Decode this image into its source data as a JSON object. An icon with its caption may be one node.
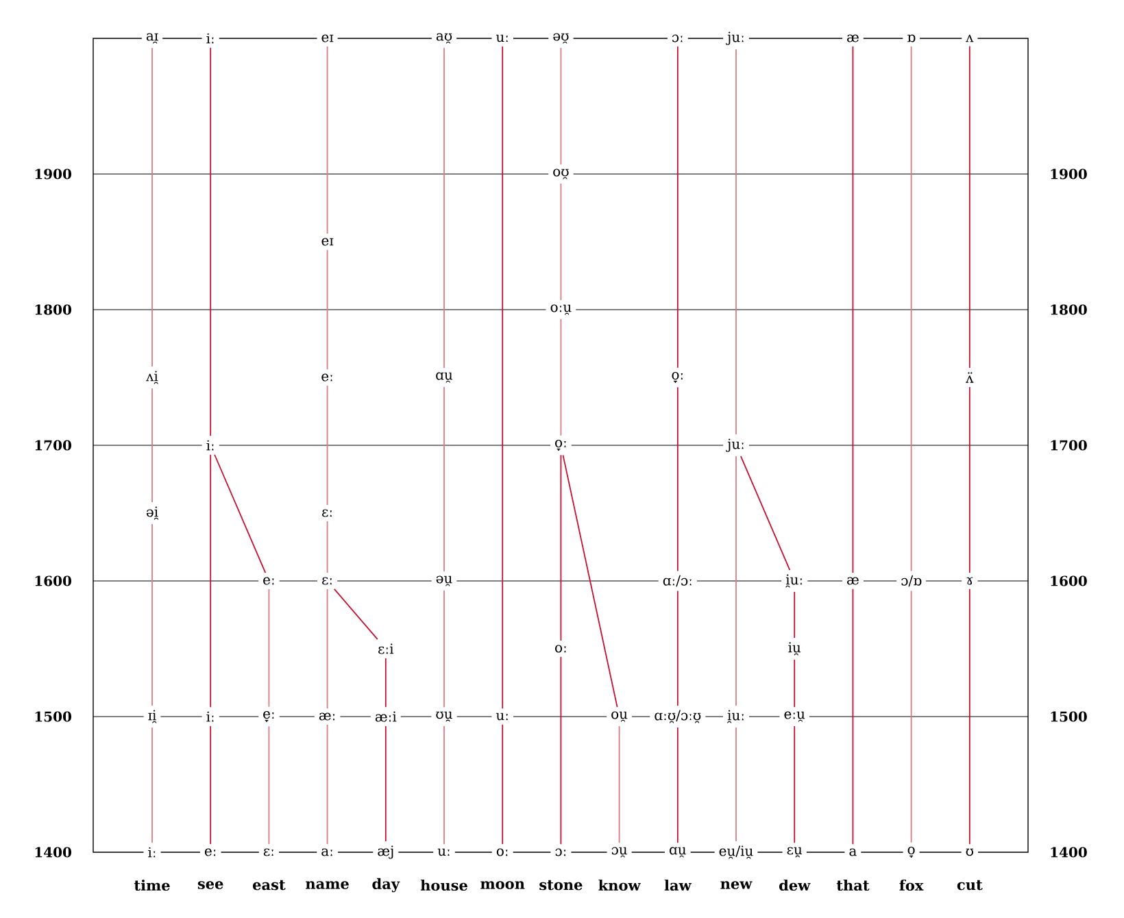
{
  "diagram": {
    "nodes": [
      {
        "text": [
          "aɪ̯"
        ]
      },
      {
        "text": [
          "iː"
        ]
      },
      {
        "text": [
          "eɪ"
        ]
      },
      {
        "text": [
          "aʊ̯"
        ]
      },
      {
        "text": [
          "uː"
        ]
      },
      {
        "text": [
          "əʊ̯"
        ]
      },
      {
        "text": [
          "ɔː"
        ]
      },
      {
        "text": [
          "juː"
        ]
      },
      {
        "text": [
          "æ"
        ]
      },
      {
        "text": [
          "ɒ"
        ]
      },
      {
        "text": [
          "ʌ"
        ]
      },
      {
        "text": [
          "oʊ̯"
        ]
      },
      {
        "text": [
          "eɪ"
        ]
      },
      {
        "text": [
          "oːu̯"
        ]
      },
      {
        "text": [
          "ʌi̯"
        ]
      },
      {
        "text": [
          "eː"
        ]
      },
      {
        "text": [
          "ɑu̯"
        ]
      },
      {
        "text": [
          "o̞ː"
        ]
      },
      {
        "text": [
          "ʌ̈"
        ]
      },
      {
        "text": [
          "iː"
        ]
      },
      {
        "text": [
          "o̞ː"
        ]
      },
      {
        "text": [
          "juː"
        ]
      },
      {
        "text": [
          "əi̯"
        ]
      },
      {
        "text": [
          "ɛː"
        ]
      },
      {
        "text": [
          "eː"
        ]
      },
      {
        "text": [
          "ɛː"
        ]
      },
      {
        "text": [
          "əu̯"
        ]
      },
      {
        "text": [
          "ɑː/ɔː"
        ]
      },
      {
        "text": [
          "i̯uː"
        ]
      },
      {
        "text": [
          "æ"
        ]
      },
      {
        "text": [
          "ɔ/ɒ"
        ]
      },
      {
        "text": [
          "ɤ"
        ]
      },
      {
        "text": [
          "ɛːi"
        ]
      },
      {
        "text": [
          "oː"
        ]
      },
      {
        "text": [
          "iu̯"
        ]
      },
      {
        "text": [
          "ɪi̯"
        ]
      },
      {
        "text": [
          "iː"
        ]
      },
      {
        "text": [
          "e̞ː"
        ]
      },
      {
        "text": [
          "æː"
        ]
      },
      {
        "text": [
          "æːi"
        ]
      },
      {
        "text": [
          "ʊu̯"
        ]
      },
      {
        "text": [
          "uː"
        ]
      },
      {
        "text": [
          "ou̯"
        ]
      },
      {
        "text": [
          "ɑːʊ̯/ɔːʊ̯"
        ]
      },
      {
        "text": [
          "i̯uː"
        ]
      },
      {
        "text": [
          "eːu̯"
        ]
      },
      {
        "text": [
          "iː"
        ]
      },
      {
        "text": [
          "eː"
        ]
      },
      {
        "text": [
          "ɛː"
        ]
      },
      {
        "text": [
          "aː"
        ]
      },
      {
        "text": [
          "æj"
        ]
      },
      {
        "text": [
          "uː"
        ]
      },
      {
        "text": [
          "oː"
        ]
      },
      {
        "text": [
          "ɔː"
        ]
      },
      {
        "text": [
          "ɔu̯"
        ]
      },
      {
        "text": [
          "ɑu̯"
        ]
      },
      {
        "text": [
          "eu̯/iu̯"
        ]
      },
      {
        "text": [
          "ɛu̯"
        ]
      },
      {
        "text": [
          "a"
        ]
      },
      {
        "text": [
          "o̞"
        ]
      },
      {
        "text": [
          "ʊ"
        ]
      }
    ],
    "edges": [
      {
        "from": 46,
        "to": 35,
        "arrow": "none"
      },
      {
        "from": 35,
        "to": 22,
        "arrow": "none"
      },
      {
        "from": 22,
        "to": 14,
        "arrow": "none"
      },
      {
        "from": 14,
        "to": 0,
        "arrow": "none"
      },
      {
        "from": 47,
        "to": 36,
        "arrow": "none",
        "color": "#c8102e"
      },
      {
        "from": 36,
        "to": 19,
        "arrow": "none",
        "color": "#c8102e"
      },
      {
        "from": 19,
        "to": 1,
        "arrow": "none",
        "color": "#c8102e"
      },
      {
        "from": 48,
        "to": 37,
        "arrow": "none"
      },
      {
        "from": 37,
        "to": 24,
        "arrow": "none"
      },
      {
        "from": 24,
        "to": 19,
        "arrow": "none",
        "color": "#c8102e"
      },
      {
        "from": 49,
        "to": 38,
        "arrow": "none"
      },
      {
        "from": 38,
        "to": 25,
        "arrow": "none"
      },
      {
        "from": 25,
        "to": 23,
        "arrow": "none"
      },
      {
        "from": 23,
        "to": 15,
        "arrow": "none"
      },
      {
        "from": 15,
        "to": 12,
        "arrow": "none"
      },
      {
        "from": 12,
        "to": 2,
        "arrow": "none"
      },
      {
        "from": 25,
        "to": 32,
        "arrow": "none",
        "color": "#c8102e"
      },
      {
        "from": 50,
        "to": 39,
        "arrow": "none",
        "color": "#c8102e"
      },
      {
        "from": 39,
        "to": 32,
        "arrow": "none",
        "color": "#c8102e"
      },
      {
        "from": 51,
        "to": 40,
        "arrow": "none"
      },
      {
        "from": 40,
        "to": 26,
        "arrow": "none"
      },
      {
        "from": 26,
        "to": 16,
        "arrow": "none"
      },
      {
        "from": 16,
        "to": 3,
        "arrow": "none"
      },
      {
        "from": 52,
        "to": 41,
        "arrow": "none",
        "color": "#c8102e"
      },
      {
        "from": 41,
        "to": 4,
        "arrow": "none",
        "color": "#c8102e"
      },
      {
        "from": 53,
        "to": 33,
        "arrow": "none",
        "color": "#c8102e"
      },
      {
        "from": 33,
        "to": 20,
        "arrow": "none",
        "color": "#c8102e"
      },
      {
        "from": 20,
        "to": 13,
        "arrow": "none"
      },
      {
        "from": 13,
        "to": 11,
        "arrow": "none"
      },
      {
        "from": 11,
        "to": 5,
        "arrow": "none"
      },
      {
        "from": 54,
        "to": 42,
        "arrow": "none"
      },
      {
        "from": 42,
        "to": 20,
        "arrow": "none",
        "color": "#c8102e"
      },
      {
        "from": 55,
        "to": 43,
        "arrow": "none",
        "color": "#c8102e"
      },
      {
        "from": 43,
        "to": 27,
        "arrow": "none",
        "color": "#c8102e"
      },
      {
        "from": 27,
        "to": 17,
        "arrow": "none",
        "color": "#c8102e"
      },
      {
        "from": 17,
        "to": 6,
        "arrow": "none",
        "color": "#c8102e"
      },
      {
        "from": 56,
        "to": 44,
        "arrow": "none"
      },
      {
        "from": 44,
        "to": 21,
        "arrow": "none"
      },
      {
        "from": 21,
        "to": 7,
        "arrow": "none"
      },
      {
        "from": 21,
        "to": 28,
        "arrow": "none",
        "color": "#c8102e"
      },
      {
        "from": 57,
        "to": 45,
        "arrow": "none",
        "color": "#c8102e"
      },
      {
        "from": 45,
        "to": 34,
        "arrow": "none",
        "color": "#c8102e"
      },
      {
        "from": 34,
        "to": 28,
        "arrow": "none",
        "color": "#c8102e"
      },
      {
        "from": 58,
        "to": 29,
        "arrow": "none",
        "color": "#c8102e"
      },
      {
        "from": 29,
        "to": 8,
        "arrow": "none",
        "color": "#c8102e"
      },
      {
        "from": 59,
        "to": 30,
        "arrow": "none"
      },
      {
        "from": 30,
        "to": 9,
        "arrow": "none"
      },
      {
        "from": 60,
        "to": 31,
        "arrow": "none",
        "color": "#c8102e"
      },
      {
        "from": 31,
        "to": 18,
        "arrow": "none",
        "color": "#c8102e"
      },
      {
        "from": 18,
        "to": 10,
        "arrow": "none",
        "color": "#c8102e"
      }
    ],
    "labels": [
      "1900",
      "1900",
      "1800",
      "1800",
      "1700",
      "1700",
      "1600",
      "1600",
      "1500",
      "1500",
      "1400",
      "1400",
      "time",
      "see",
      "east",
      "name",
      "day",
      "house",
      "moon",
      "stone",
      "know",
      "law",
      "new",
      "dew",
      "that",
      "fox",
      "cut"
    ]
  }
}
